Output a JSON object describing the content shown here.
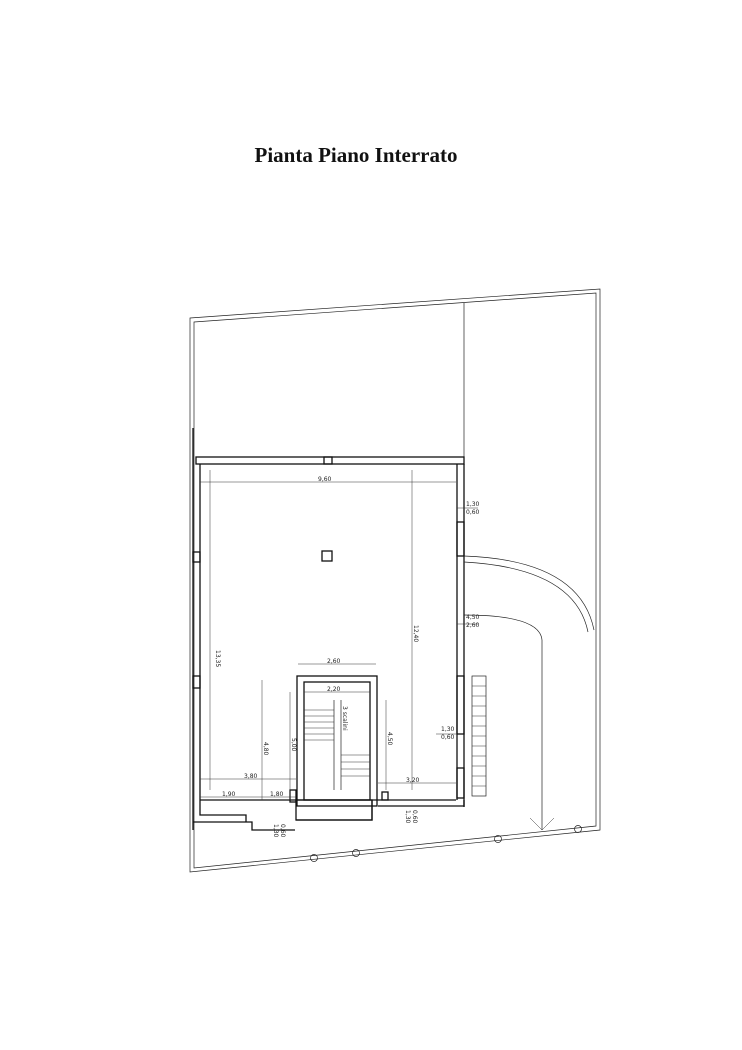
{
  "title": "Pianta Piano Interrato",
  "dimensions": {
    "width_main": "9,60",
    "height_left": "13,35",
    "height_right": "12,40",
    "stair_width": "2,60",
    "stair_inner_width": "2,20",
    "opening_1_a": "1,30",
    "opening_1_b": "0,60",
    "opening_2_a": "4,50",
    "opening_2_b": "2,60",
    "opening_3_a": "1,30",
    "opening_3_b": "0,60",
    "h_480": "4,80",
    "h_500": "5,00",
    "h_450": "4,50",
    "w_380": "3,80",
    "w_190": "1,90",
    "w_180": "1,80",
    "w_320": "3,20",
    "door_left_a": "1,30",
    "door_left_b": "0,60",
    "door_right_a": "1,30",
    "door_right_b": "0,60",
    "stair_label": "3 scalini"
  }
}
